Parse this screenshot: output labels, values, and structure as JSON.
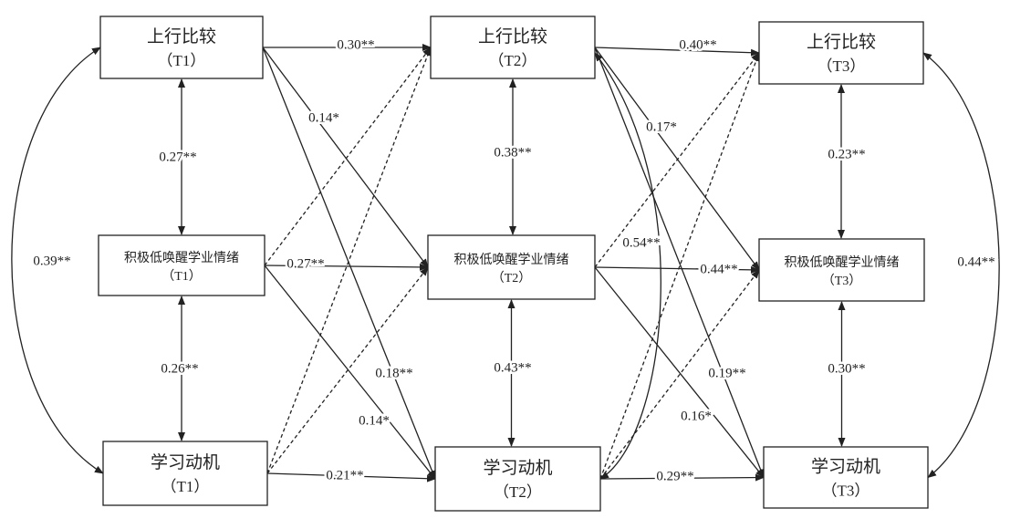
{
  "nodes": [
    {
      "id": "U1",
      "title": "上行比较",
      "time": "（T1）"
    },
    {
      "id": "E1",
      "title": "积极低唤醒学业情绪",
      "time": "（T1）"
    },
    {
      "id": "M1",
      "title": "学习动机",
      "time": "（T1）"
    },
    {
      "id": "U2",
      "title": "上行比较",
      "time": "（T2）"
    },
    {
      "id": "E2",
      "title": "积极低唤醒学业情绪",
      "time": "（T2）"
    },
    {
      "id": "M2",
      "title": "学习动机",
      "time": "（T2）"
    },
    {
      "id": "U3",
      "title": "上行比较",
      "time": "（T3）"
    },
    {
      "id": "E3",
      "title": "积极低唤醒学业情绪",
      "time": "（T3）"
    },
    {
      "id": "M3",
      "title": "学习动机",
      "time": "（T3）"
    }
  ],
  "edges": [
    {
      "from": "U1",
      "to": "U2",
      "label": "0.30**",
      "style": "solid"
    },
    {
      "from": "U1",
      "to": "E2",
      "label": "0.14*",
      "style": "solid"
    },
    {
      "from": "U1",
      "to": "M2",
      "label": "0.18**",
      "style": "solid"
    },
    {
      "from": "E1",
      "to": "E2",
      "label": "0.27**",
      "style": "solid"
    },
    {
      "from": "E1",
      "to": "M2",
      "label": "0.14*",
      "style": "solid"
    },
    {
      "from": "M1",
      "to": "M2",
      "label": "0.21**",
      "style": "solid"
    },
    {
      "from": "E1",
      "to": "U2",
      "label": "",
      "style": "dashed"
    },
    {
      "from": "M1",
      "to": "U2",
      "label": "",
      "style": "dashed"
    },
    {
      "from": "M1",
      "to": "E2",
      "label": "",
      "style": "dashed"
    },
    {
      "from": "U2",
      "to": "U3",
      "label": "0.40**",
      "style": "solid"
    },
    {
      "from": "U2",
      "to": "E3",
      "label": "0.17*",
      "style": "solid"
    },
    {
      "from": "U2",
      "to": "M3",
      "label": "0.19**",
      "style": "solid"
    },
    {
      "from": "E2",
      "to": "E3",
      "label": "0.44**",
      "style": "solid"
    },
    {
      "from": "E2",
      "to": "M3",
      "label": "0.16*",
      "style": "solid"
    },
    {
      "from": "M2",
      "to": "M3",
      "label": "0.29**",
      "style": "solid"
    },
    {
      "from": "E2",
      "to": "U3",
      "label": "",
      "style": "dashed"
    },
    {
      "from": "M2",
      "to": "U3",
      "label": "",
      "style": "dashed"
    },
    {
      "from": "M2",
      "to": "E3",
      "label": "",
      "style": "dashed"
    }
  ],
  "correlations": [
    {
      "a": "U1",
      "b": "E1",
      "label": "0.27**"
    },
    {
      "a": "E1",
      "b": "M1",
      "label": "0.26**"
    },
    {
      "a": "U2",
      "b": "E2",
      "label": "0.38**"
    },
    {
      "a": "E2",
      "b": "M2",
      "label": "0.43**"
    },
    {
      "a": "U3",
      "b": "E3",
      "label": "0.23**"
    },
    {
      "a": "E3",
      "b": "M3",
      "label": "0.30**"
    },
    {
      "a": "U1",
      "b": "M1",
      "label": "0.39**",
      "curve": "left"
    },
    {
      "a": "U2",
      "b": "M2",
      "label": "0.54**",
      "curve": "middle"
    },
    {
      "a": "U3",
      "b": "M3",
      "label": "0.44**",
      "curve": "right"
    }
  ]
}
